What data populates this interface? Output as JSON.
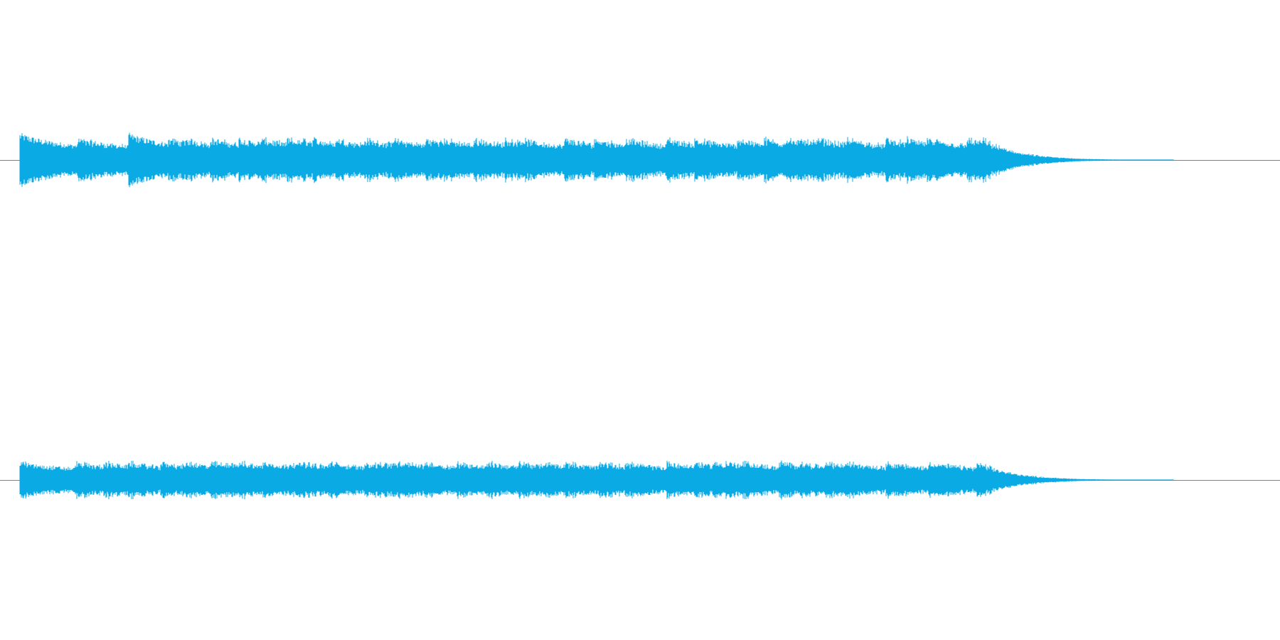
{
  "waveform": {
    "color": "#0aaae4",
    "channels": [
      {
        "name": "channel-top",
        "onsets": [
          0.0,
          0.058,
          0.108,
          0.148,
          0.165,
          0.19,
          0.218,
          0.24,
          0.266,
          0.28,
          0.292,
          0.315,
          0.343,
          0.37,
          0.404,
          0.419,
          0.452,
          0.483,
          0.497,
          0.542,
          0.572,
          0.603,
          0.644,
          0.672,
          0.714,
          0.741,
          0.762,
          0.778,
          0.795,
          0.823,
          0.862,
          0.883,
          0.903,
          0.943,
          0.958
        ],
        "tail": 0.58
      },
      {
        "name": "channel-bottom",
        "onsets": [
          0.0,
          0.055,
          0.083,
          0.108,
          0.14,
          0.165,
          0.19,
          0.205,
          0.219,
          0.242,
          0.267,
          0.28,
          0.307,
          0.343,
          0.356,
          0.37,
          0.385,
          0.404,
          0.435,
          0.465,
          0.497,
          0.521,
          0.542,
          0.576,
          0.602,
          0.644,
          0.672,
          0.69,
          0.703,
          0.72,
          0.756,
          0.775,
          0.802,
          0.822,
          0.862,
          0.905,
          0.953
        ],
        "tail": 0.55
      }
    ]
  }
}
